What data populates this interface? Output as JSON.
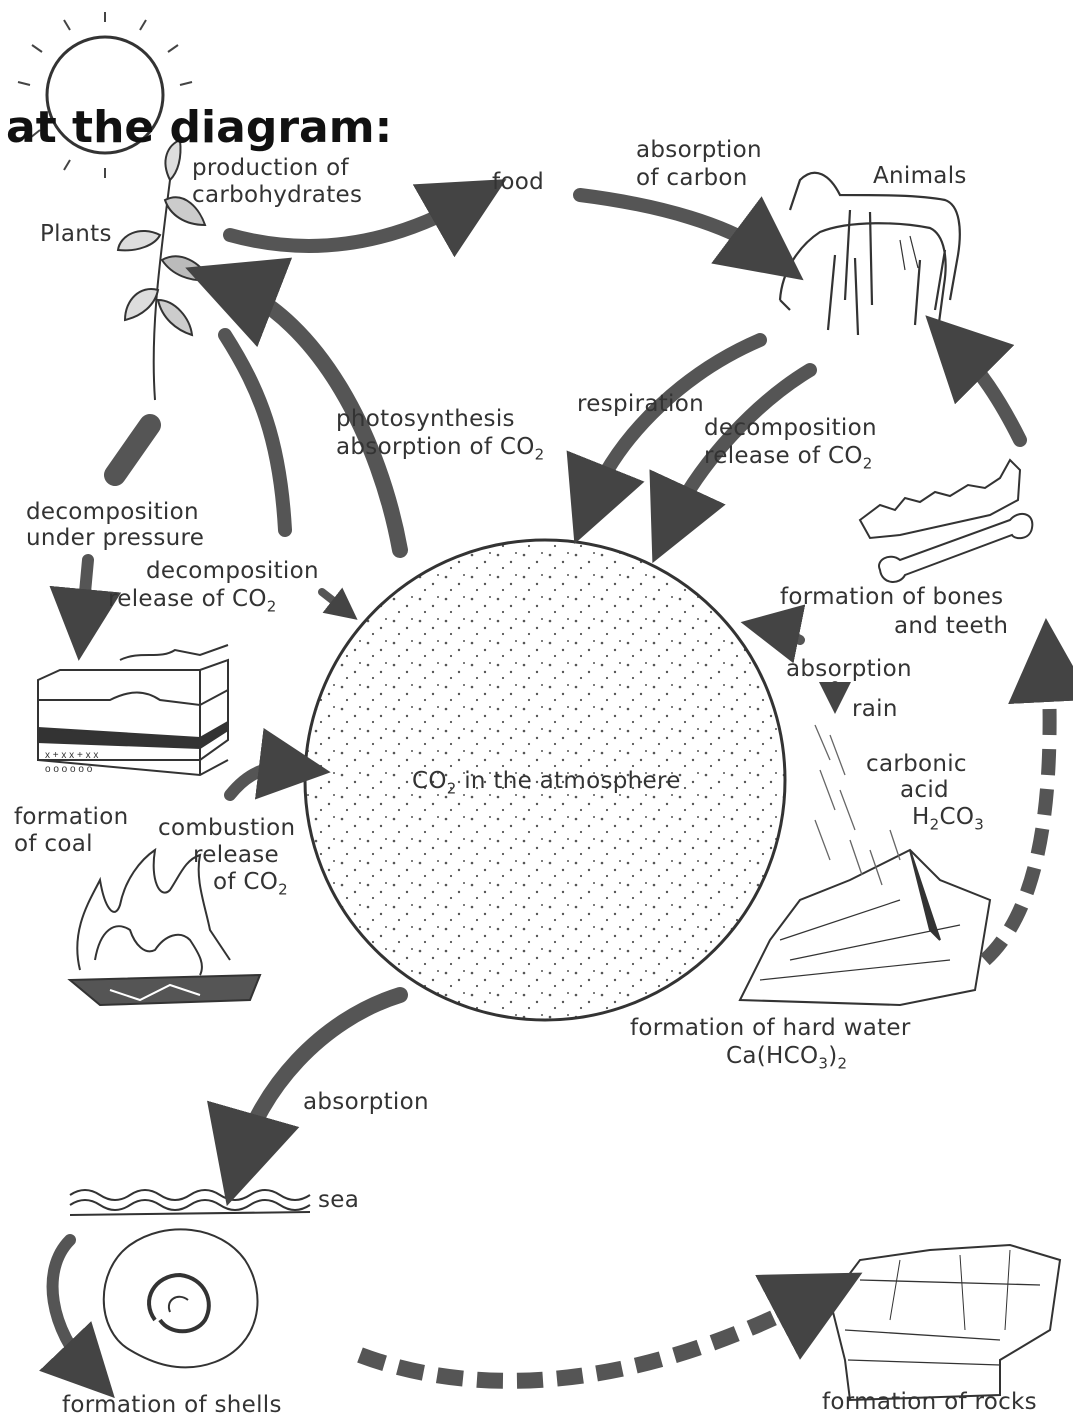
{
  "heading": "at the diagram:",
  "labels": {
    "production": "production of",
    "carbohydrates": "carbohydrates",
    "food": "food",
    "absorption_carbon_1": "absorption",
    "absorption_carbon_2": "of carbon",
    "animals": "Animals",
    "plants": "Plants",
    "photosynthesis_1": "photosynthesis",
    "photosynthesis_2": "absorption of CO",
    "photosynthesis_sub": "2",
    "respiration": "respiration",
    "decomp_release_1": "decomposition",
    "decomp_release_2": "release of CO",
    "decomp_release_sub": "2",
    "decomp_pressure_1": "decomposition",
    "decomp_pressure_2": "under pressure",
    "decomp_left_1": "decomposition",
    "decomp_left_2": "release of CO",
    "decomp_left_sub": "2",
    "bones_1": "formation of bones",
    "bones_2": "and teeth",
    "absorption_right": "absorption",
    "rain": "rain",
    "carbonic_1": "carbonic",
    "carbonic_2": "acid",
    "carbonic_3a": "H",
    "carbonic_3b": "2",
    "carbonic_3c": "CO",
    "carbonic_3d": "3",
    "atmos_a": "CO",
    "atmos_b": "2",
    "atmos_c": " in the atmosphere",
    "coal_1": "formation",
    "coal_2": "of coal",
    "combustion_1": "combustion",
    "combustion_2": "release",
    "combustion_3": "of CO",
    "combustion_sub": "2",
    "hardwater_1": "formation of hard water",
    "hardwater_2a": "Ca(HCO",
    "hardwater_2b": "3",
    "hardwater_2c": ")",
    "hardwater_2d": "2",
    "absorption_sea": "absorption",
    "sea": "sea",
    "shells": "formation of shells",
    "rocks": "formation of rocks"
  }
}
